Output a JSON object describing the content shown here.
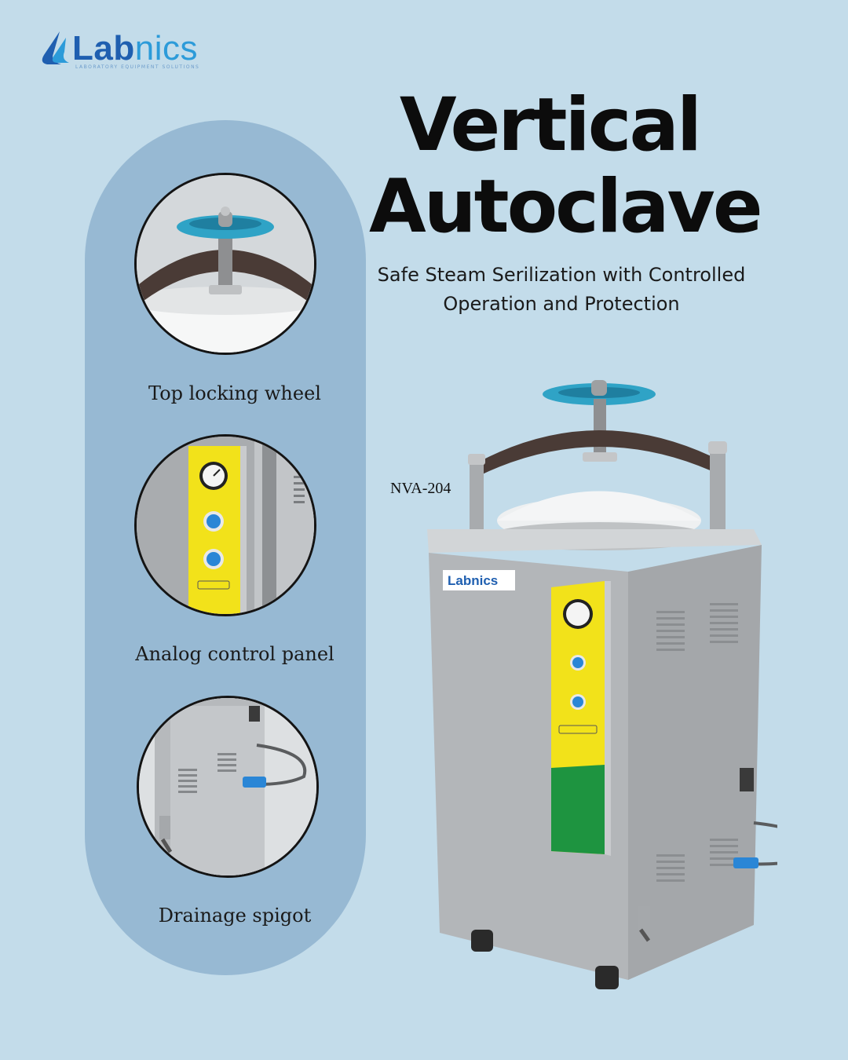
{
  "brand": {
    "name_part1": "Lab",
    "name_part2": "nics",
    "tagline": "LABORATORY EQUIPMENT SOLUTIONS"
  },
  "heading": {
    "line1": "Vertical",
    "line2": "Autoclave"
  },
  "subtitle": {
    "line1": "Safe Steam Serilization with Controlled",
    "line2": "Operation and Protection"
  },
  "features": [
    {
      "label": "Top locking wheel"
    },
    {
      "label": "Analog control panel"
    },
    {
      "label": "Drainage spigot"
    }
  ],
  "product": {
    "model": "NVA-204",
    "badge": "Labnics"
  },
  "colors": {
    "background": "#c3dcea",
    "panel": "#97b9d3",
    "wheel": "#2fa3c6",
    "panel_yellow": "#f2e21a",
    "panel_green": "#1e9440",
    "steel": "#b9bcbf"
  }
}
